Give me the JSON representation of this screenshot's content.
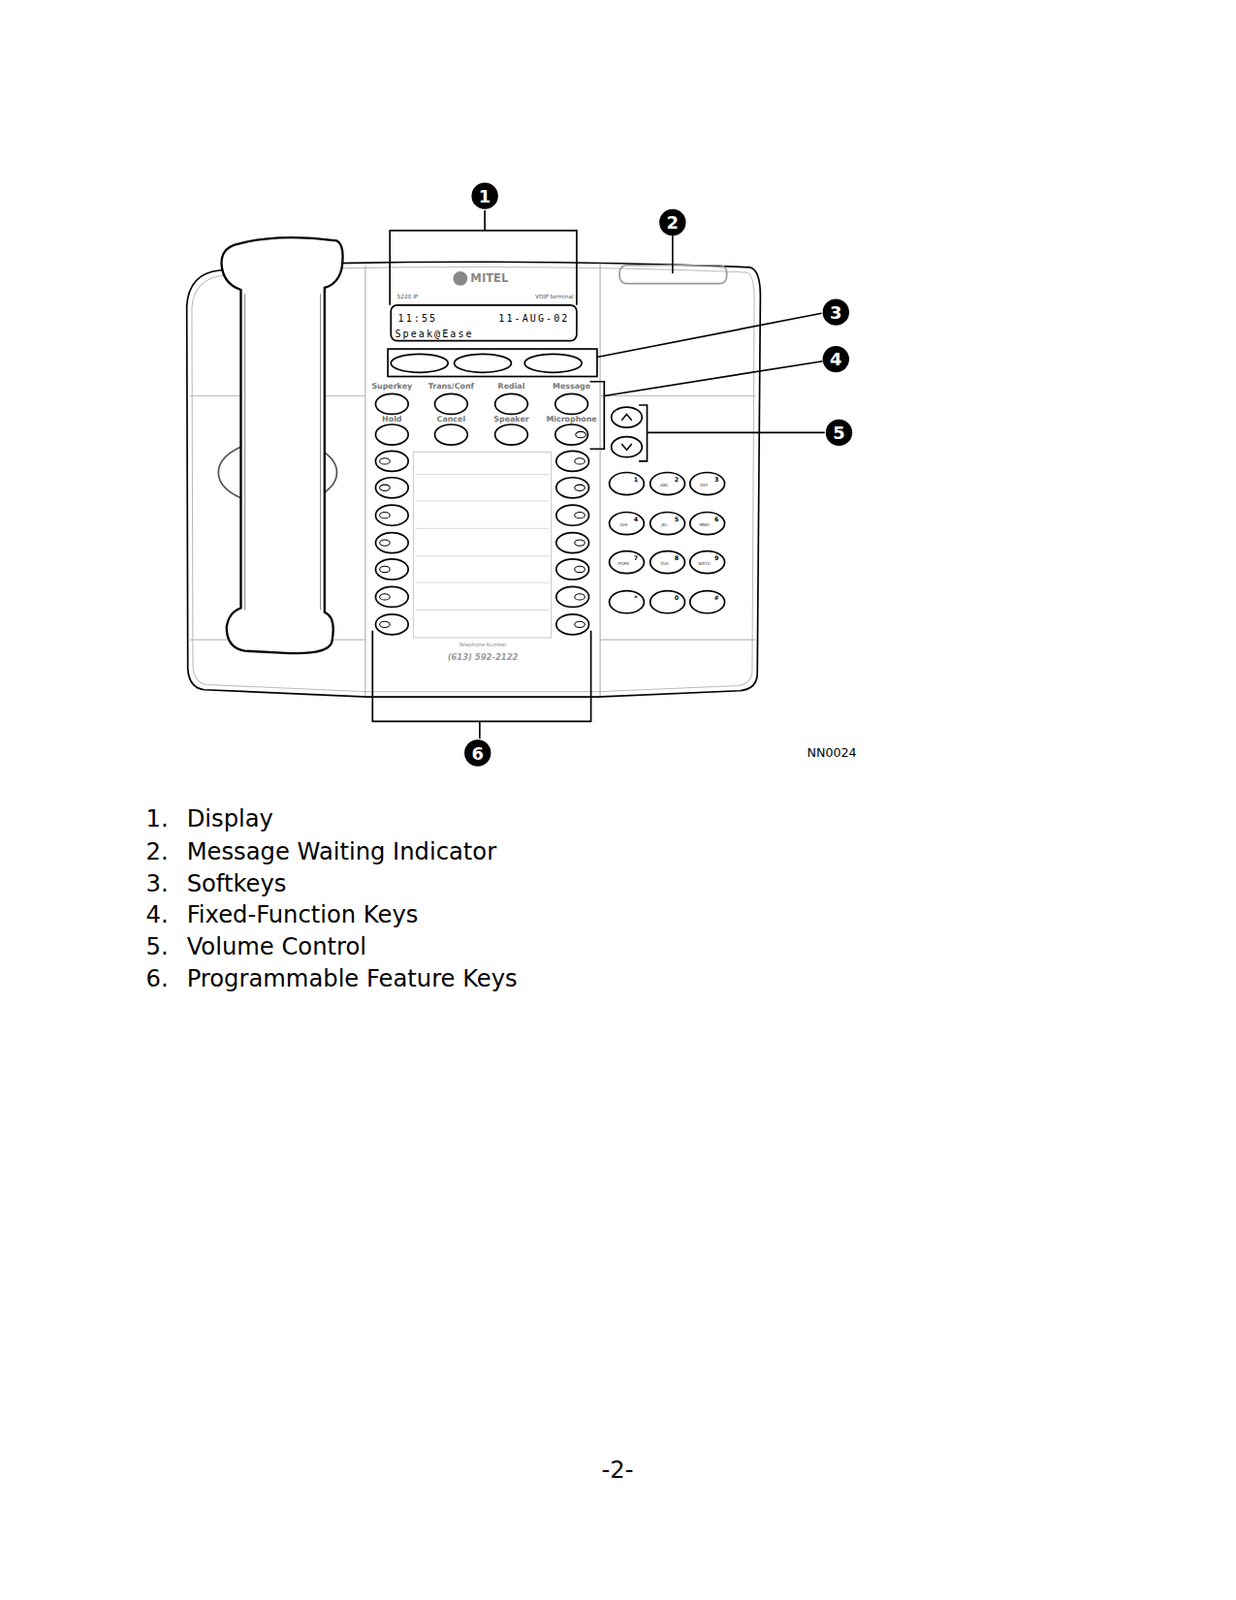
{
  "diagram": {
    "labels": [
      "1",
      "2",
      "3",
      "4",
      "5",
      "6",
      "MITEL",
      "5220 IP",
      "VOIP terminal",
      "11:55",
      "11-AUG-02",
      "Speak@Ease",
      "Superkey",
      "Trans/Conf",
      "Redial",
      "Message",
      "Hold",
      "Cancel",
      "Speaker",
      "Microphone",
      "1",
      "2",
      "ABC",
      "3",
      "DEF",
      "4",
      "GHI",
      "5",
      "JKL",
      "6",
      "MNO",
      "7",
      "PQRS",
      "8",
      "TUV",
      "9",
      "WXYZ",
      "*",
      "0",
      "#",
      "Telephone Number",
      "(613) 592-2122",
      "NN0024",
      "1.",
      "Display",
      "2.",
      "Message Waiting Indicator",
      "3.",
      "Softkeys",
      "4.",
      "Fixed-Function Keys",
      "5.",
      "Volume Control",
      "6.",
      "Programmable Feature Keys",
      "-2-"
    ]
  }
}
